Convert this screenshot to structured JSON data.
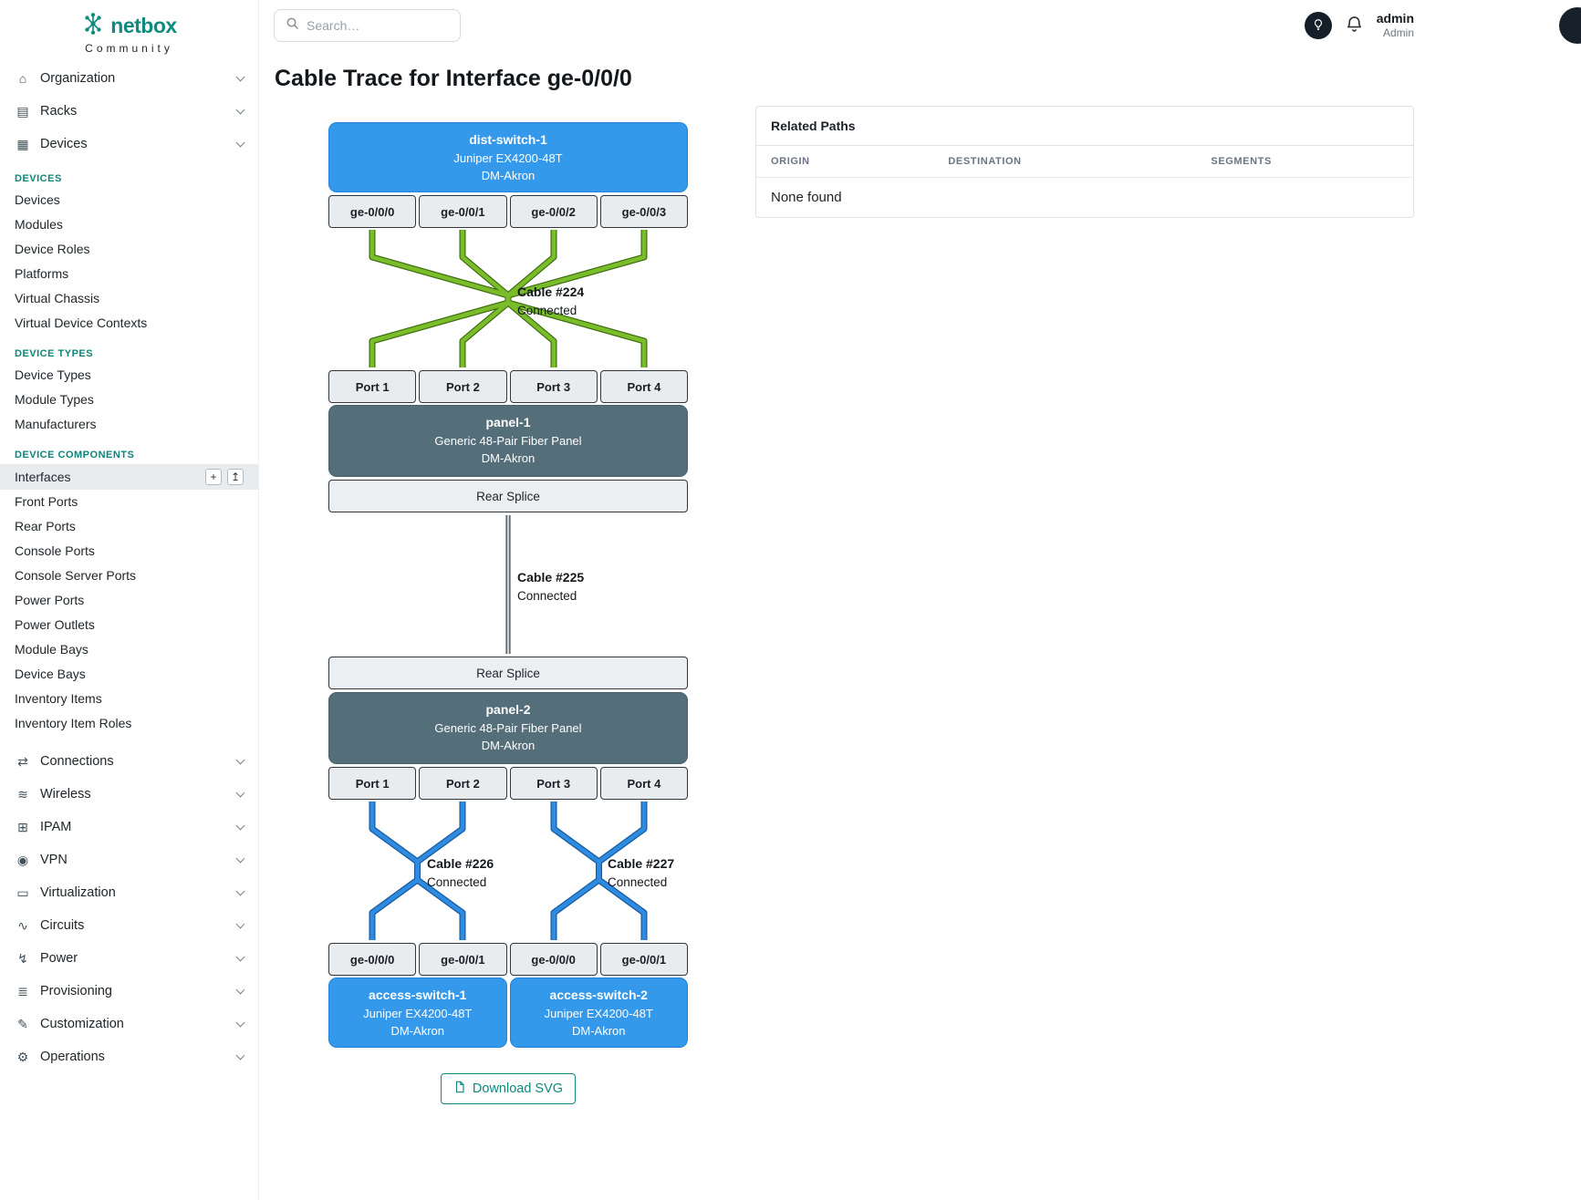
{
  "brand": {
    "name": "netbox",
    "subtitle": "Community"
  },
  "topbar": {
    "search_placeholder": "Search…",
    "user_name": "admin",
    "user_role": "Admin"
  },
  "icons": {
    "organization": "⌂",
    "racks": "▤",
    "devices": "▦",
    "connections": "⇄",
    "wireless": "≋",
    "ipam": "⊞",
    "vpn": "◉",
    "virtualization": "▭",
    "circuits": "∿",
    "power": "↯",
    "provisioning": "≣",
    "customization": "✎",
    "operations": "⚙",
    "add": "+",
    "import": "↥"
  },
  "sidebar": {
    "groups_top": [
      {
        "label": "Organization"
      },
      {
        "label": "Racks"
      },
      {
        "label": "Devices"
      }
    ],
    "sections": [
      {
        "title": "DEVICES",
        "items": [
          "Devices",
          "Modules",
          "Device Roles",
          "Platforms",
          "Virtual Chassis",
          "Virtual Device Contexts"
        ]
      },
      {
        "title": "DEVICE TYPES",
        "items": [
          "Device Types",
          "Module Types",
          "Manufacturers"
        ]
      },
      {
        "title": "DEVICE COMPONENTS",
        "items": [
          "Interfaces",
          "Front Ports",
          "Rear Ports",
          "Console Ports",
          "Console Server Ports",
          "Power Ports",
          "Power Outlets",
          "Module Bays",
          "Device Bays",
          "Inventory Items",
          "Inventory Item Roles"
        ]
      }
    ],
    "groups_bottom": [
      {
        "label": "Connections"
      },
      {
        "label": "Wireless"
      },
      {
        "label": "IPAM"
      },
      {
        "label": "VPN"
      },
      {
        "label": "Virtualization"
      },
      {
        "label": "Circuits"
      },
      {
        "label": "Power"
      },
      {
        "label": "Provisioning"
      },
      {
        "label": "Customization"
      },
      {
        "label": "Operations"
      }
    ],
    "active_item": "Interfaces"
  },
  "page": {
    "title": "Cable Trace for Interface ge-0/0/0",
    "download_button": "Download SVG"
  },
  "related_paths": {
    "title": "Related Paths",
    "columns": [
      "ORIGIN",
      "DESTINATION",
      "SEGMENTS"
    ],
    "empty_text": "None found"
  },
  "trace": {
    "dist_switch": {
      "name": "dist-switch-1",
      "model": "Juniper EX4200-48T",
      "site": "DM-Akron"
    },
    "dist_ports": [
      "ge-0/0/0",
      "ge-0/0/1",
      "ge-0/0/2",
      "ge-0/0/3"
    ],
    "cable_224": {
      "label": "Cable #224",
      "status": "Connected"
    },
    "panel1_ports": [
      "Port 1",
      "Port 2",
      "Port 3",
      "Port 4"
    ],
    "panel1": {
      "name": "panel-1",
      "model": "Generic 48-Pair Fiber Panel",
      "site": "DM-Akron"
    },
    "panel1_rear": "Rear Splice",
    "cable_225": {
      "label": "Cable #225",
      "status": "Connected"
    },
    "panel2_rear": "Rear Splice",
    "panel2": {
      "name": "panel-2",
      "model": "Generic 48-Pair Fiber Panel",
      "site": "DM-Akron"
    },
    "panel2_ports": [
      "Port 1",
      "Port 2",
      "Port 3",
      "Port 4"
    ],
    "cable_226": {
      "label": "Cable #226",
      "status": "Connected"
    },
    "cable_227": {
      "label": "Cable #227",
      "status": "Connected"
    },
    "access_ports": [
      "ge-0/0/0",
      "ge-0/0/1",
      "ge-0/0/0",
      "ge-0/0/1"
    ],
    "access_switch_1": {
      "name": "access-switch-1",
      "model": "Juniper EX4200-48T",
      "site": "DM-Akron"
    },
    "access_switch_2": {
      "name": "access-switch-2",
      "model": "Juniper EX4200-48T",
      "site": "DM-Akron"
    }
  },
  "colors": {
    "brand_teal": "#0e8a80",
    "device_blue": "#3498eb",
    "panel_slate": "#546e7a",
    "cable_green": "#79bd2a",
    "cable_blue": "#2f8be0",
    "cable_gray": "#ced3d9"
  }
}
